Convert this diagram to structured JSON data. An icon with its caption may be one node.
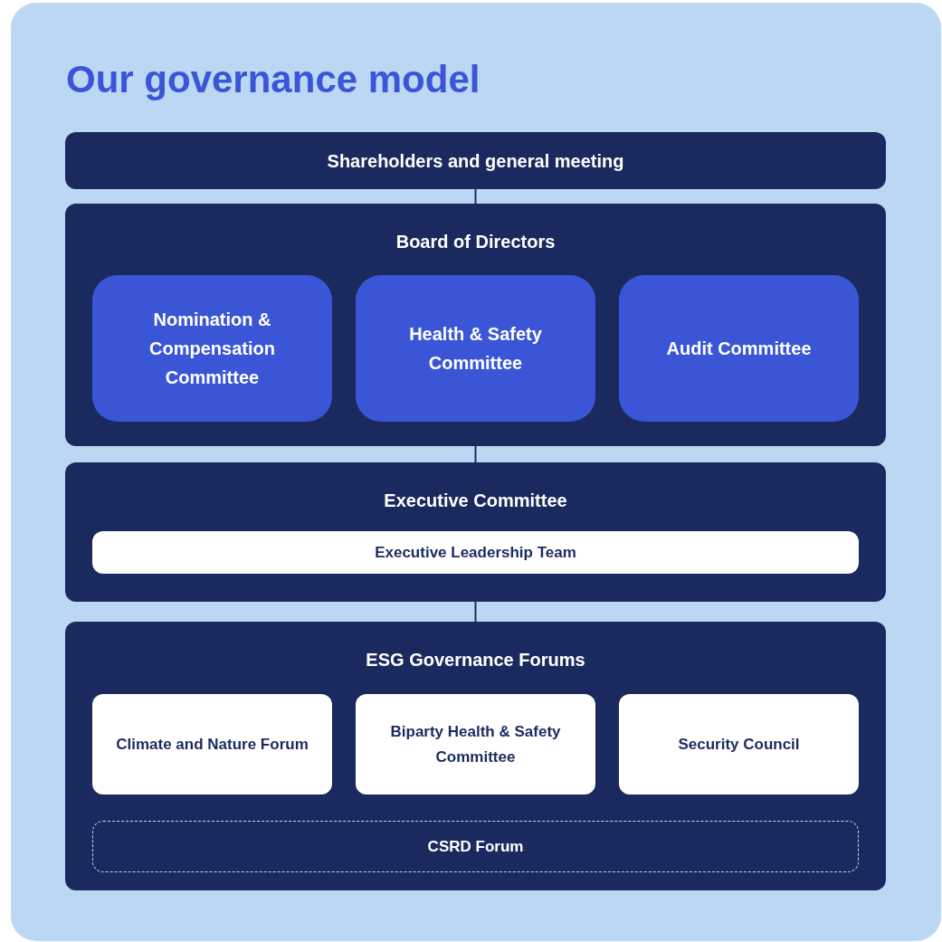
{
  "diagram": {
    "title": "Our governance model",
    "nodes": [
      {
        "text": [
          "Shareholders and general meeting"
        ]
      },
      {
        "text": [
          "Board of Directors"
        ]
      },
      {
        "text": [
          "Nomination & Compensation Committee"
        ],
        "in": 1
      },
      {
        "text": [
          "Health & Safety Committee"
        ],
        "in": 1
      },
      {
        "text": [
          "Audit Committee"
        ],
        "in": 1
      },
      {
        "text": [
          "Executive Committee"
        ]
      },
      {
        "text": [
          "Executive Leadership Team"
        ],
        "in": 5
      },
      {
        "text": [
          "ESG Governance Forums"
        ]
      },
      {
        "text": [
          "Climate and Nature Forum"
        ],
        "in": 7
      },
      {
        "text": [
          "Biparty Health & Safety Committee"
        ],
        "in": 7
      },
      {
        "text": [
          "Security Council"
        ],
        "in": 7
      },
      {
        "text": [
          "CSRD Forum"
        ],
        "in": 7
      }
    ],
    "edges": [
      {
        "from": 0,
        "to": 1,
        "arrow": "none"
      },
      {
        "from": 1,
        "to": 5,
        "arrow": "none"
      },
      {
        "from": 5,
        "to": 7,
        "arrow": "none"
      }
    ]
  }
}
